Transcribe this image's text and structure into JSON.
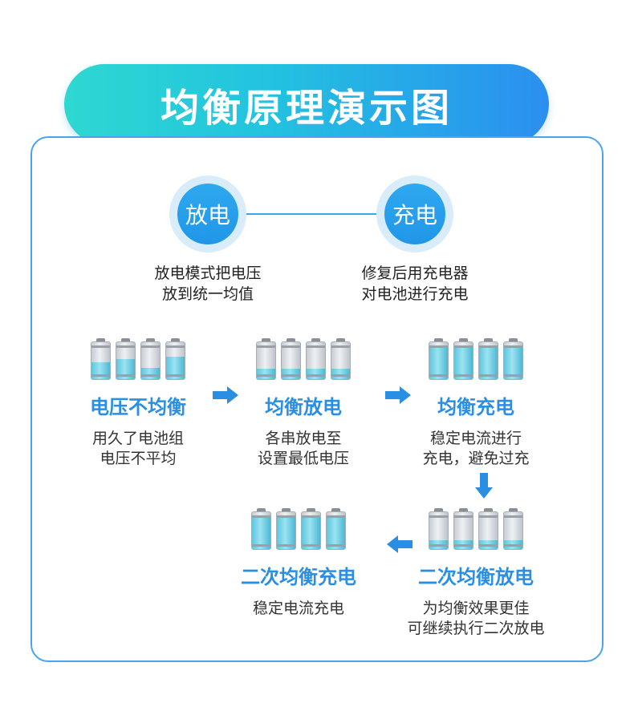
{
  "title": "均衡原理演示图",
  "modes": {
    "discharge": {
      "label": "放电",
      "desc_lines": [
        "放电模式把电压",
        "放到统一均值"
      ]
    },
    "charge": {
      "label": "充电",
      "desc_lines": [
        "修复后用充电器",
        "对电池进行充电"
      ]
    }
  },
  "steps": [
    {
      "name": "电压不均衡",
      "desc_lines": [
        "用久了电池组",
        "电压不平均"
      ],
      "levels": [
        0.45,
        0.55,
        0.3,
        0.6
      ]
    },
    {
      "name": "均衡放电",
      "desc_lines": [
        "各串放电至",
        "设置最低电压"
      ],
      "levels": [
        0.28,
        0.28,
        0.28,
        0.28
      ]
    },
    {
      "name": "均衡充电",
      "desc_lines": [
        "稳定电流进行",
        "充电，避免过充"
      ],
      "levels": [
        0.92,
        0.92,
        0.92,
        0.92
      ]
    },
    {
      "name": "二次均衡放电",
      "desc_lines": [
        "为均衡效果更佳",
        "可继续执行二次放电"
      ],
      "levels": [
        0.25,
        0.25,
        0.25,
        0.25
      ]
    },
    {
      "name": "二次均衡充电",
      "desc_lines": [
        "稳定电流充电"
      ],
      "levels": [
        0.92,
        0.92,
        0.92,
        0.92
      ]
    }
  ],
  "colors": {
    "accent": "#2a8fe3",
    "border": "#4aa3ef",
    "gradient_start": "#2ed8d0",
    "gradient_end": "#2b8ef0"
  }
}
